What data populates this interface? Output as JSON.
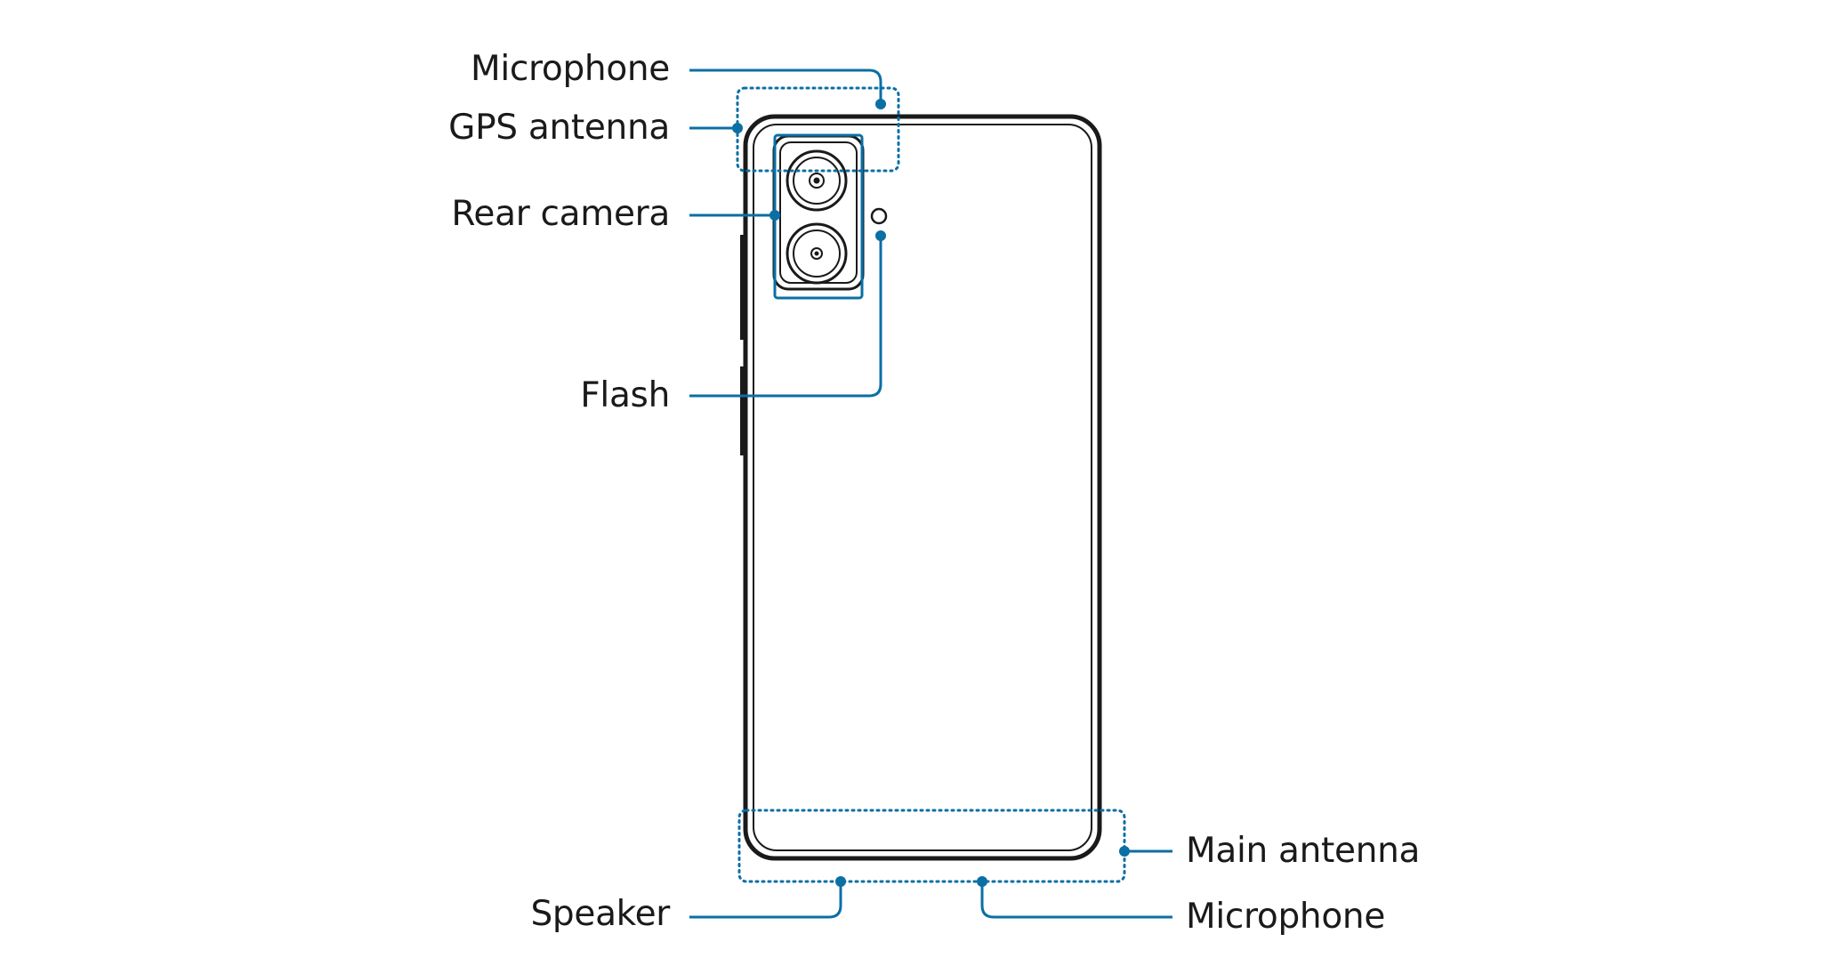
{
  "colors": {
    "callout": "#0b6fa4",
    "outline": "#1a1a1a",
    "background": "#ffffff"
  },
  "labels": {
    "microphone_top": "Microphone",
    "gps_antenna": "GPS antenna",
    "rear_camera": "Rear camera",
    "flash": "Flash",
    "main_antenna": "Main antenna",
    "speaker": "Speaker",
    "microphone_bottom": "Microphone"
  }
}
